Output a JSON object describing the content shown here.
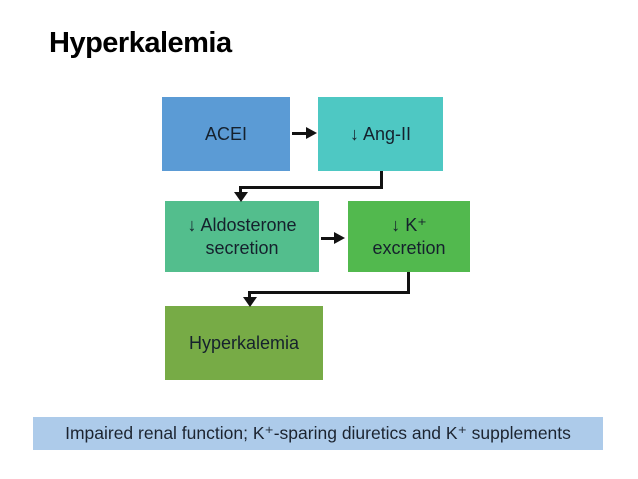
{
  "slide": {
    "title": "Hyperkalemia"
  },
  "diagram": {
    "boxes": {
      "acei": {
        "label": "ACEI",
        "color": "#5B9BD5"
      },
      "ang2": {
        "label": "↓ Ang-II",
        "color": "#4EC8C3"
      },
      "aldosterone": {
        "line1": "↓ Aldosterone",
        "line2": "secretion",
        "color": "#53BE8D"
      },
      "k_excretion": {
        "line1": "↓ K⁺",
        "line2": "excretion",
        "color": "#52B94E"
      },
      "hyperkalemia": {
        "label": "Hyperkalemia",
        "color": "#77AB46"
      }
    },
    "arrow_color": "#121212"
  },
  "footer": {
    "text": "Impaired renal function; K⁺-sparing diuretics and K⁺ supplements",
    "color": "#ADCBEA"
  }
}
